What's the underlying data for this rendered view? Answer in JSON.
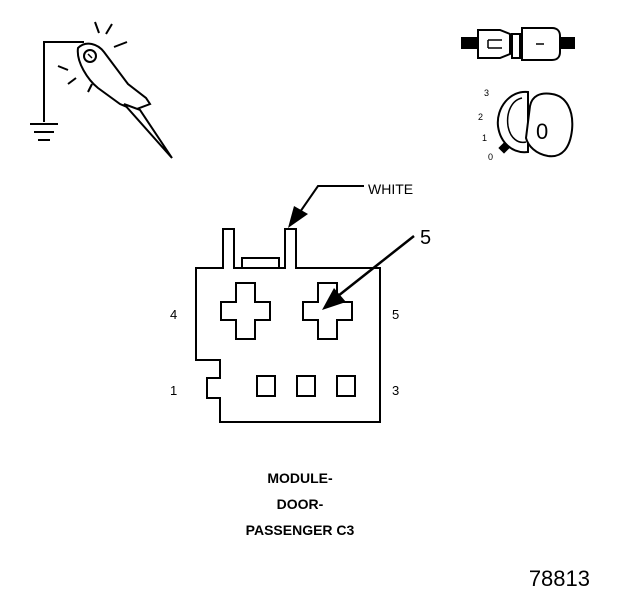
{
  "wire_color": "WHITE",
  "callout_number": "5",
  "pin_labels": {
    "top_left": "4",
    "top_right": "5",
    "bottom_left": "1",
    "bottom_right": "3"
  },
  "ignition_positions": [
    "3",
    "2",
    "1",
    "0"
  ],
  "key_glyph": "0",
  "connector_name": [
    "MODULE-",
    "DOOR-",
    "PASSENGER C3"
  ],
  "figure_number": "78813",
  "icons": [
    "test-probe-icon",
    "ground-symbol-icon",
    "disconnected-connector-icon",
    "ignition-key-icon"
  ]
}
